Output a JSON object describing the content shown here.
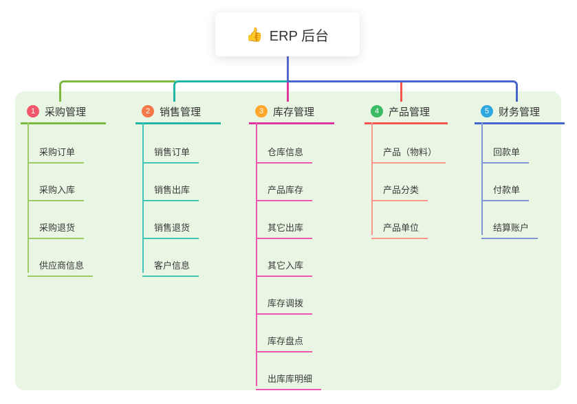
{
  "root": {
    "icon": "👍",
    "label": "ERP 后台"
  },
  "colors": {
    "panel_bg": "#e9f6e3",
    "root_stem": "#5568cf",
    "text_dark": "#333333"
  },
  "branches": [
    {
      "index": "1",
      "label": "采购管理",
      "badge_color": "#f2566b",
      "line_color": "#7cb93e",
      "child_line_color": "#9ccc65",
      "children": [
        "采购订单",
        "采购入库",
        "采购退货",
        "供应商信息"
      ]
    },
    {
      "index": "2",
      "label": "销售管理",
      "badge_color": "#f5784a",
      "line_color": "#22b5a6",
      "child_line_color": "#3ec4b5",
      "children": [
        "销售订单",
        "销售出库",
        "销售退货",
        "客户信息"
      ]
    },
    {
      "index": "3",
      "label": "库存管理",
      "badge_color": "#ffa72b",
      "line_color": "#e0359f",
      "child_line_color": "#ee55ae",
      "children": [
        "仓库信息",
        "产品库存",
        "其它出库",
        "其它入库",
        "库存调拨",
        "库存盘点",
        "出库库明细"
      ]
    },
    {
      "index": "4",
      "label": "产品管理",
      "badge_color": "#3cbb62",
      "line_color": "#f5554c",
      "child_line_color": "#ff968e",
      "children": [
        "产品（物料）",
        "产品分类",
        "产品单位"
      ]
    },
    {
      "index": "5",
      "label": "财务管理",
      "badge_color": "#2ca7e0",
      "line_color": "#4565cd",
      "child_line_color": "#8095d6",
      "children": [
        "回款单",
        "付款单",
        "结算账户"
      ]
    }
  ]
}
